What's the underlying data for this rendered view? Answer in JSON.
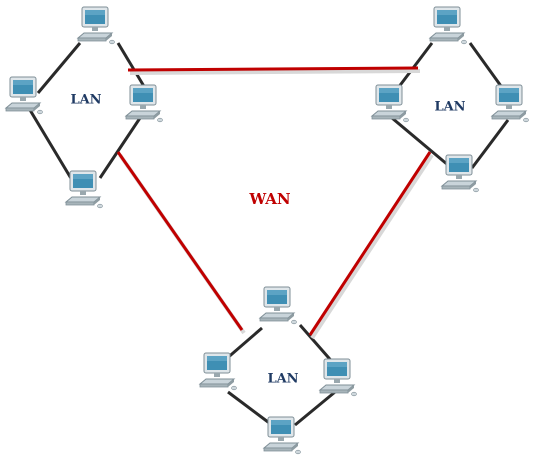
{
  "diagram": {
    "wan_label": "WAN",
    "lan_label": "LAN",
    "colors": {
      "wan_link": "#c00000",
      "lan_link": "#2a2a2a",
      "lan_text": "#1f3a63",
      "wan_text": "#c00000",
      "pc_body": "#c9d4da",
      "pc_screen": "#3f8fb4"
    },
    "lans": [
      {
        "id": "lan-left",
        "label": "LAN",
        "hosts": 4
      },
      {
        "id": "lan-right",
        "label": "LAN",
        "hosts": 4
      },
      {
        "id": "lan-bottom",
        "label": "LAN",
        "hosts": 4
      }
    ],
    "wan_links": [
      {
        "from": "lan-left",
        "to": "lan-right"
      },
      {
        "from": "lan-left",
        "to": "lan-bottom"
      },
      {
        "from": "lan-right",
        "to": "lan-bottom"
      }
    ],
    "icon": "desktop-computer-icon"
  }
}
